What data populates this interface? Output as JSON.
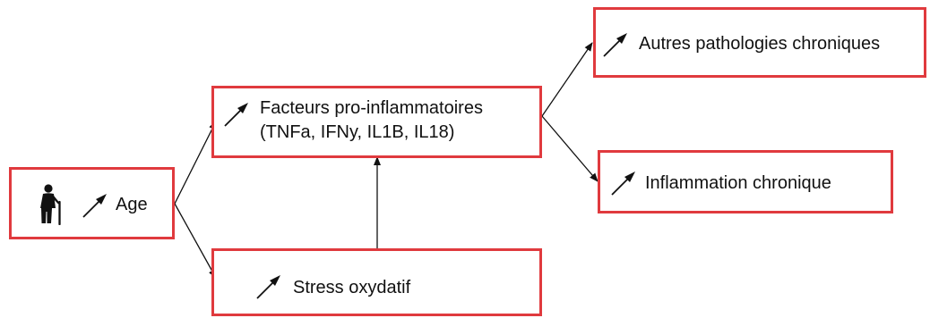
{
  "colors": {
    "border": "#e03a3e",
    "arrow": "#111111",
    "text": "#111111"
  },
  "icons": {
    "increase": "increase-arrow-icon",
    "person": "elderly-person-icon"
  },
  "nodes": {
    "age": {
      "label": "Age"
    },
    "factors": {
      "label_line1": "Facteurs pro-inflammatoires",
      "label_line2": "(TNFa, IFNy, IL1B, IL18)"
    },
    "stress": {
      "label": "Stress oxydatif"
    },
    "autres": {
      "label": "Autres pathologies chroniques"
    },
    "inflammation": {
      "label": "Inflammation chronique"
    }
  },
  "edges": [
    {
      "from": "age",
      "to": "factors"
    },
    {
      "from": "age",
      "to": "stress"
    },
    {
      "from": "stress",
      "to": "factors"
    },
    {
      "from": "factors",
      "to": "autres"
    },
    {
      "from": "factors",
      "to": "inflammation"
    }
  ]
}
